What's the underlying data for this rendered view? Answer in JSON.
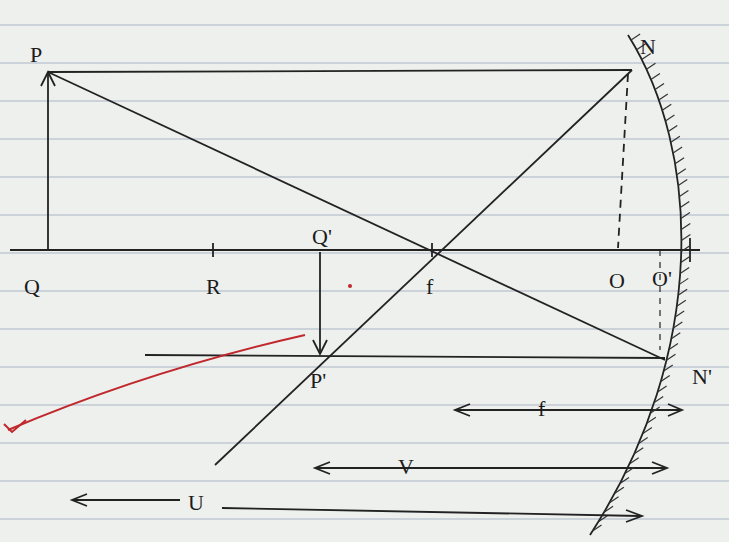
{
  "diagram": {
    "labels": [
      "P",
      "N",
      "Q",
      "R",
      "Q'",
      "f",
      "O",
      "O'",
      "N'",
      "P'",
      "f",
      "V",
      "U"
    ]
  }
}
